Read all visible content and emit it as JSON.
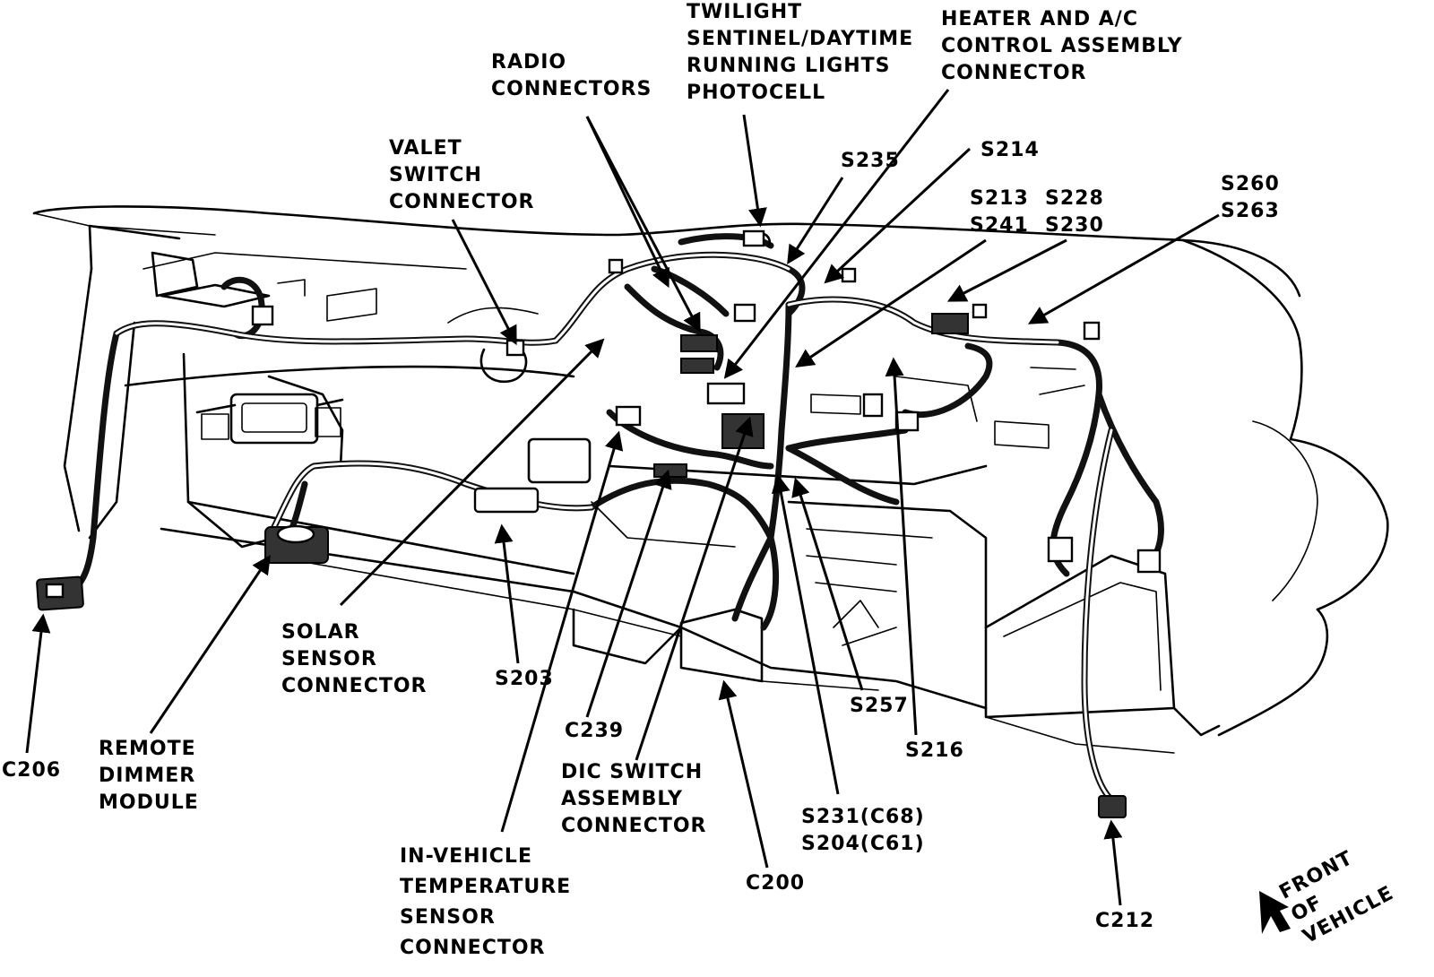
{
  "labels": {
    "twilight": [
      "TWILIGHT",
      "SENTINEL/DAYTIME",
      "RUNNING LIGHTS",
      "PHOTOCELL"
    ],
    "heater": [
      "HEATER AND A/C",
      "CONTROL ASSEMBLY",
      "CONNECTOR"
    ],
    "radio": [
      "RADIO",
      "CONNECTORS"
    ],
    "valet": [
      "VALET",
      "SWITCH",
      "CONNECTOR"
    ],
    "s235": [
      "S235"
    ],
    "s214": [
      "S214"
    ],
    "s213": [
      "S213",
      "S241"
    ],
    "s228": [
      "S228",
      "S230"
    ],
    "s260": [
      "S260",
      "S263"
    ],
    "solar": [
      "SOLAR",
      "SENSOR",
      "CONNECTOR"
    ],
    "s203": [
      "S203"
    ],
    "c239": [
      "C239"
    ],
    "s257": [
      "S257"
    ],
    "s216": [
      "S216"
    ],
    "c206": [
      "C206"
    ],
    "remote": [
      "REMOTE",
      "DIMMER",
      "MODULE"
    ],
    "dic": [
      "DIC SWITCH",
      "ASSEMBLY",
      "CONNECTOR"
    ],
    "s231": [
      "S231(C68)",
      "S204(C61)"
    ],
    "invehicle": [
      "IN-VEHICLE",
      "TEMPERATURE",
      "SENSOR",
      "CONNECTOR"
    ],
    "c200": [
      "C200"
    ],
    "c212": [
      "C212"
    ],
    "front": [
      "FRONT",
      "OF",
      "VEHICLE"
    ]
  }
}
